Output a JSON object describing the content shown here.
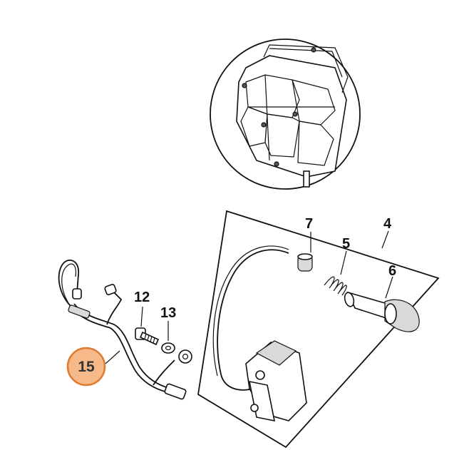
{
  "diagram": {
    "part_labels": {
      "p4": "4",
      "p5": "5",
      "p6": "6",
      "p7": "7",
      "p12": "12",
      "p13": "13",
      "p15": "15"
    },
    "colors": {
      "highlight_fill": "#f5b98a",
      "highlight_stroke": "#e07a2e",
      "line": "#111111"
    }
  }
}
